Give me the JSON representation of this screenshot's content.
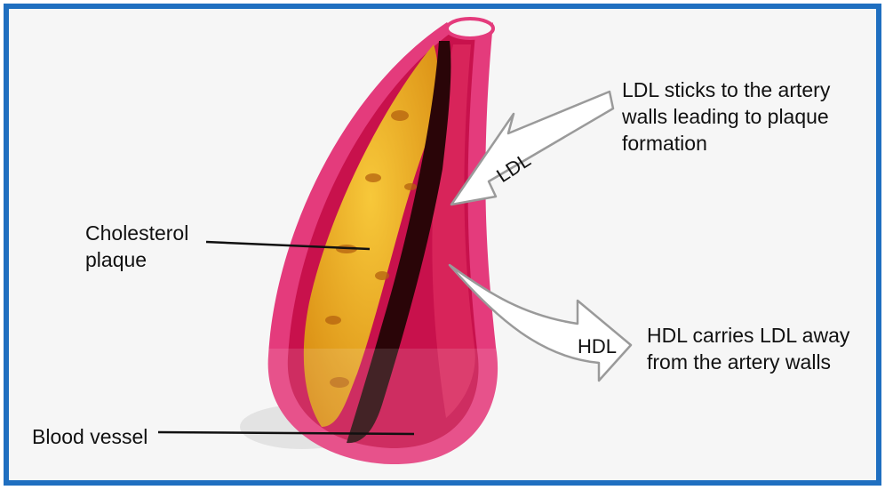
{
  "labels": {
    "ldl_description": "LDL sticks to the artery walls leading to plaque formation",
    "hdl_description": "HDL carries LDL away from the artery walls",
    "cholesterol_plaque": "Cholesterol plaque",
    "blood_vessel": "Blood vessel"
  },
  "arrows": {
    "ldl": "LDL",
    "hdl": "HDL"
  },
  "colors": {
    "frame": "#1f6fc0",
    "vessel_wall": "#e23a7a",
    "vessel_inner": "#c8104a",
    "plaque": "#f2b423",
    "lumen": "#2a0508",
    "arrow_fill": "#ffffff"
  }
}
